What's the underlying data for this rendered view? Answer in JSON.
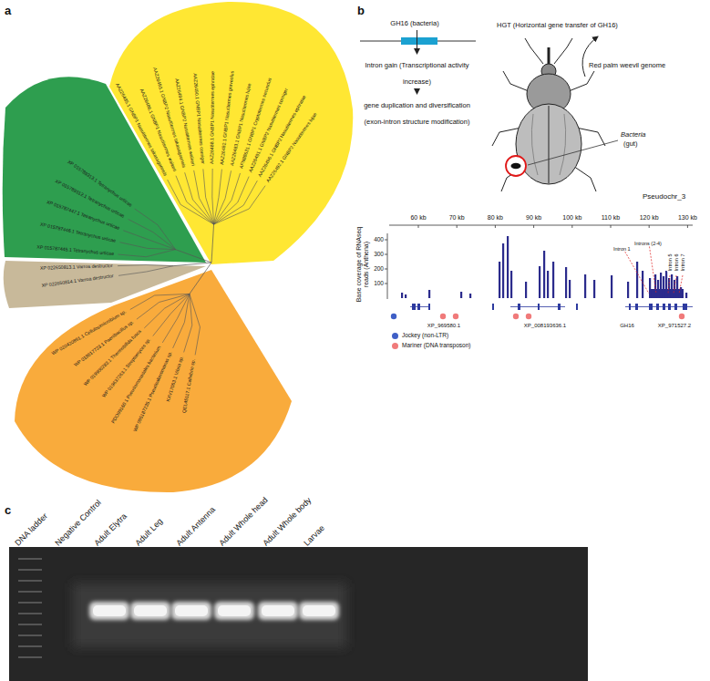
{
  "diagram": {
    "nodes": [
      {
        "text": [
          "GH16 (bacteria)"
        ]
      },
      {
        "text": [
          "Intron gain (Transcriptional activity increase)"
        ]
      },
      {
        "text": [
          "gene duplication and diversification (exon-intron structure modification)"
        ]
      }
    ],
    "edges": [
      {
        "from": 0,
        "to": 1,
        "arrow": "to"
      },
      {
        "from": 1,
        "to": 2,
        "arrow": "to"
      }
    ],
    "labels": [
      "a",
      "b",
      "c",
      "AAZ26485.1 GNBP1 Nasutitermes takasagoensis",
      "AAZ26486.1 GNBP1 Nasutitermes walkeri",
      "AAZ26493.1 GNBP2 Nasutitermes takasagoensis",
      "AAZ26494.1 GNBP2 Nasutitermes walkeri",
      "AAZ26490.1 GNBP1 Nasutitermes corniger",
      "AAZ26488.1 GNBP1 Nasutitermes ephratae",
      "AAZ26482.1 GNBP1 Nasutitermes graveolus",
      "AAZ26483.1 GNBP1 Nasutitermes lujae",
      "AFN88631.1 GNBP1 Cryptotermes secundus",
      "AAZ26491.1 GNBP2 Nasutitermes corniger",
      "AAZ26496.1 GNBP2 Nasutitermes ephratae",
      "AAZ26492.1 GNBP2 Nasutitermes lujae",
      "XP 015787445.1 Tetranychus urticae",
      "XP 015787446.1 Tetranychus urticae",
      "XP 015787447.1 Tetranychus urticae",
      "XP 015789312.1 Tetranychus urticae",
      "XP 015789313.1 Tetranychus urticae",
      "XP 022650813.1 Varroa destructor",
      "XP 022650814.1 Varroa destructor",
      "WP 020420851.1 Cellulosimicrobium sp.",
      "WP 019817723.1 Paenibacillus sp.",
      "WP 019906283.1 Thermobifida fusca",
      "WP 019637263.1 Streptomyces sp.",
      "PDO99160.1 Pseudomonadales bacterium",
      "WP 095187235.1 Pseudoalteromonas sp.",
      "KXV17063.1 Vibrio sp.",
      "QEL45117.1 Cellvibrio sp.",
      "HGT (Horizontal gene transfer of GH16)",
      "Red palm weevil genome",
      "Bacteria",
      "(gut)",
      "Pseudochr_3",
      "60 kb",
      "70 kb",
      "80 kb",
      "90 kb",
      "100 kb",
      "110 kb",
      "120 kb",
      "130 kb",
      "100",
      "200",
      "300",
      "400",
      "Base coverage of RNAseq reads (Anthena)",
      "XP_969580.1",
      "XP_008193636.1",
      "GH16",
      "XP_971527.2",
      "Intron 1",
      "Introns (2-4)",
      "Intron 5",
      "Intron 6",
      "Intron 7",
      "DNA ladder",
      "Negative Control",
      "Adult Elytra",
      "Adult Leg",
      "Adult Antenna",
      "Adult Whole head",
      "Adult Whole body",
      "Larvae"
    ],
    "legend": [
      {
        "text": "Jockey (non-LTR)",
        "color": "#3f5fc6"
      },
      {
        "text": "Mariner (DNA transposon)",
        "color": "#f07a7a"
      }
    ]
  }
}
